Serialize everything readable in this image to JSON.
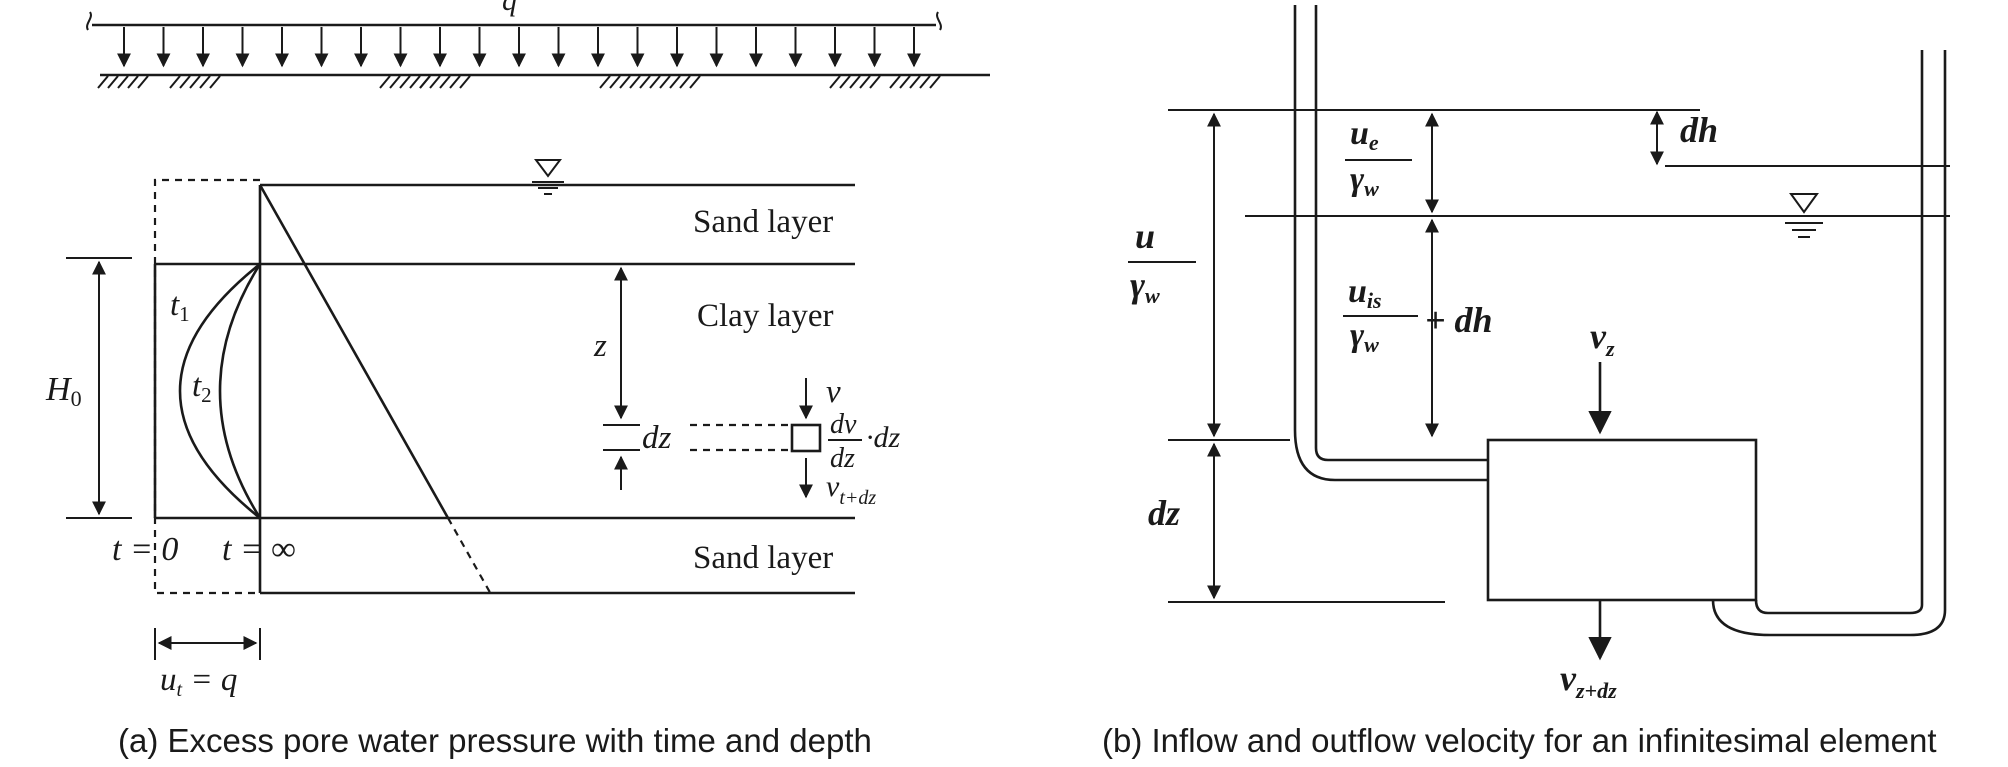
{
  "panel_a": {
    "load_label": "q",
    "sand_top_label": "Sand layer",
    "clay_label": "Clay layer",
    "sand_bottom_label": "Sand layer",
    "h0_label": "H",
    "h0_sub": "0",
    "t1_label": "t",
    "t1_sub": "1",
    "t2_label": "t",
    "t2_sub": "2",
    "z_label": "z",
    "dz_label": "dz",
    "v_label": "v",
    "dv_num": "dv",
    "dv_den": "dz",
    "dv_tail": "·dz",
    "v_out_label": "v",
    "v_out_sub": "t+dz",
    "t0_label": "t = 0",
    "tinf_label": "t = ∞",
    "ut_label": "u",
    "ut_sub": "t",
    "ut_tail": " = q",
    "caption": "(a) Excess pore water pressure with time and depth"
  },
  "panel_b": {
    "u_num": "u",
    "u_den": "γ",
    "u_den_sub": "w",
    "ue_num": "u",
    "ue_num_sub": "e",
    "ue_den": "γ",
    "ue_den_sub": "w",
    "dh_label": "dh",
    "uis_num": "u",
    "uis_num_sub": "is",
    "uis_den": "γ",
    "uis_den_sub": "w",
    "uis_tail": "+ dh",
    "vz_label": "v",
    "vz_sub": "z",
    "dz_label": "dz",
    "vzdz_label": "v",
    "vzdz_sub": "z+dz",
    "caption": "(b) Inflow and outflow velocity for an infinitesimal element"
  },
  "icons": [
    "water-table-icon",
    "water-table-icon"
  ]
}
